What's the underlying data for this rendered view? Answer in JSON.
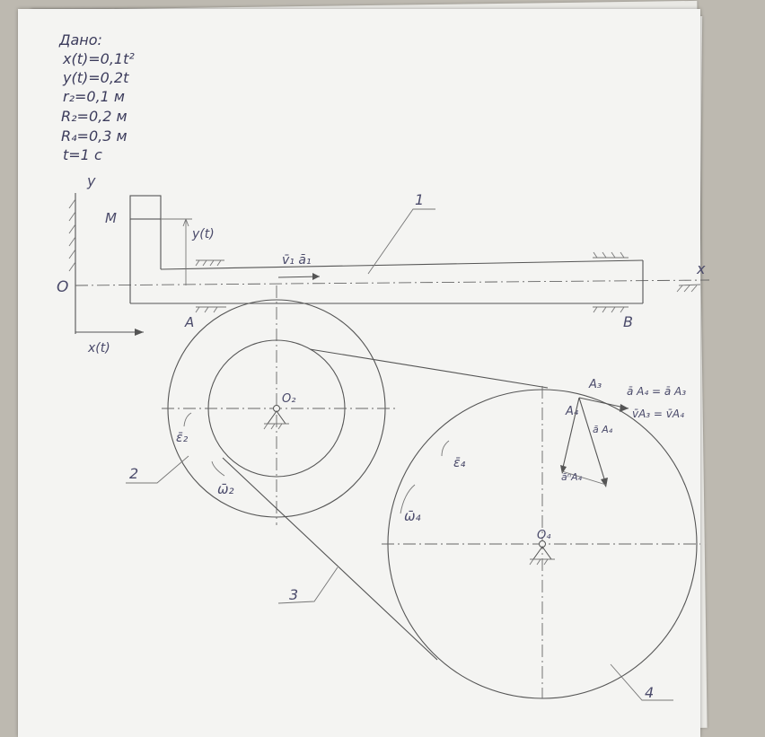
{
  "givens": {
    "title": "Дано:",
    "x": "x(t)=0,1t²",
    "y": "y(t)=0,2t",
    "r2": "r₂=0,1 м",
    "R2": "R₂=0,2 м",
    "R4": "R₄=0,3 м",
    "t": "t=1 с"
  },
  "labels": {
    "axis_y": "y",
    "axis_x": "x",
    "origin": "O",
    "point_m": "M",
    "yt": "y(t)",
    "xt": "x(t)",
    "point_a": "A",
    "point_b": "B",
    "body1": "1",
    "body2": "2",
    "body3": "3",
    "body4": "4",
    "v1a1": "v̄₁ ā₁",
    "o2": "O₂",
    "o4": "O₄",
    "eps2": "ε̄₂",
    "omega2": "ω̄₂",
    "eps4": "ε̄₄",
    "omega4": "ω̄₄",
    "a3": "A₃",
    "a4": "A₄",
    "eq_accel": "ā A₄ = ā A₃",
    "eq_vel": "v̄A₃ = v̄A₄",
    "an_a4": "ā A₄",
    "at_a4": "āⁿA₄"
  }
}
